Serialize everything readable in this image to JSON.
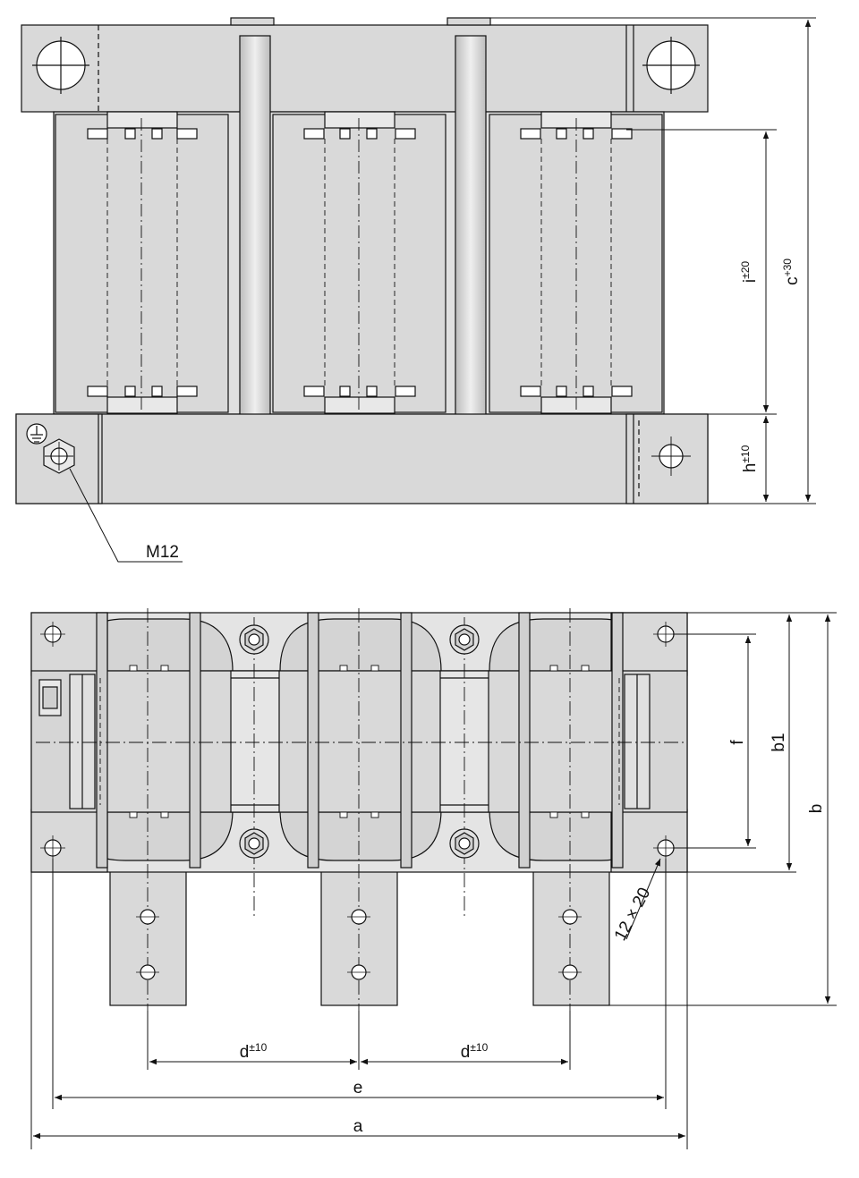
{
  "colors": {
    "part_fill": "#d9d9d9",
    "light_fill": "#e4e4e4",
    "stroke": "#111111",
    "background": "#ffffff"
  },
  "icons": [
    "ground-symbol-icon",
    "hex-nut-icon",
    "mounting-hole-icon"
  ],
  "front_view": {
    "dims": {
      "c": {
        "letter": "c",
        "tol": "+30"
      },
      "i": {
        "letter": "i",
        "tol": "±20"
      },
      "h": {
        "letter": "h",
        "tol": "±10"
      }
    },
    "thread_label": "M12"
  },
  "top_view": {
    "dims": {
      "a": "a",
      "e": "e",
      "d": {
        "letter": "d",
        "tol": "±10"
      },
      "f": "f",
      "b": "b",
      "b1": "b1"
    },
    "slot_label": "12 × 20"
  }
}
